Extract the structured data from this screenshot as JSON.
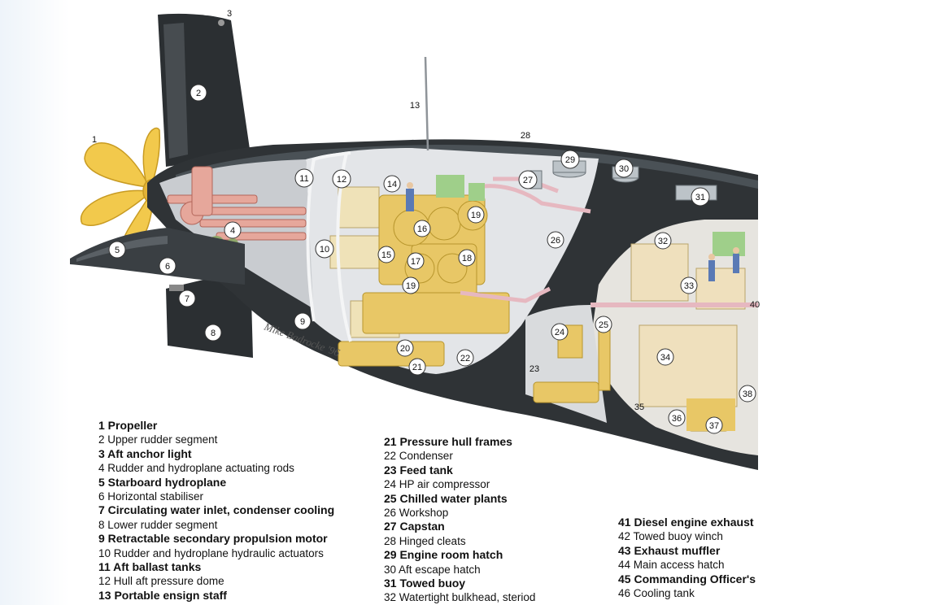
{
  "legend": {
    "column1": [
      {
        "text": "1 Propeller",
        "bold": true
      },
      {
        "text": "2 Upper rudder segment",
        "bold": false
      },
      {
        "text": "3 Aft anchor light",
        "bold": true
      },
      {
        "text": "4 Rudder and hydroplane actuating rods",
        "bold": false
      },
      {
        "text": "5 Starboard hydroplane",
        "bold": true
      },
      {
        "text": "6 Horizontal stabiliser",
        "bold": false
      },
      {
        "text": "7 Circulating water inlet, condenser cooling",
        "bold": true
      },
      {
        "text": "8 Lower rudder segment",
        "bold": false
      },
      {
        "text": "9 Retractable secondary propulsion motor",
        "bold": true
      },
      {
        "text": "10 Rudder and hydroplane hydraulic actuators",
        "bold": false
      },
      {
        "text": "11 Aft ballast tanks",
        "bold": true
      },
      {
        "text": "12 Hull aft pressure dome",
        "bold": false
      },
      {
        "text": "13 Portable ensign staff",
        "bold": true
      }
    ],
    "column2": [
      {
        "text": "21 Pressure hull frames",
        "bold": true
      },
      {
        "text": "22 Condenser",
        "bold": false
      },
      {
        "text": "23 Feed tank",
        "bold": true
      },
      {
        "text": "24 HP air compressor",
        "bold": false
      },
      {
        "text": "25 Chilled water plants",
        "bold": true
      },
      {
        "text": "26 Workshop",
        "bold": false
      },
      {
        "text": "27 Capstan",
        "bold": true
      },
      {
        "text": "28 Hinged cleats",
        "bold": false
      },
      {
        "text": "29 Engine room hatch",
        "bold": true
      },
      {
        "text": "30 Aft escape hatch",
        "bold": false
      },
      {
        "text": "31 Towed buoy",
        "bold": true
      },
      {
        "text": "32 Watertight bulkhead, steriod",
        "bold": false
      }
    ],
    "column3": [
      {
        "text": "41 Diesel engine exhaust",
        "bold": true
      },
      {
        "text": "42 Towed buoy winch",
        "bold": false
      },
      {
        "text": "43 Exhaust muffler",
        "bold": true
      },
      {
        "text": "44 Main access hatch",
        "bold": false
      },
      {
        "text": "45 Commanding Officer's",
        "bold": true
      },
      {
        "text": "46 Cooling tank",
        "bold": false
      }
    ]
  },
  "callouts": {
    "c1": "1",
    "c2": "2",
    "c3": "3",
    "c4": "4",
    "c5": "5",
    "c6": "6",
    "c7": "7",
    "c8": "8",
    "c9": "9",
    "c10": "10",
    "c11": "11",
    "c12": "12",
    "c13": "13",
    "c14": "14",
    "c15": "15",
    "c16": "16",
    "c17": "17",
    "c18": "18",
    "c19a": "19",
    "c19b": "19",
    "c20": "20",
    "c21": "21",
    "c22": "22",
    "c23": "23",
    "c24": "24",
    "c25": "25",
    "c26": "26",
    "c27": "27",
    "c28": "28",
    "c29": "29",
    "c30": "30",
    "c31": "31",
    "c32": "32",
    "c33": "33",
    "c34": "34",
    "c35": "35",
    "c36": "36",
    "c37": "37",
    "c38": "38",
    "c40": "40"
  },
  "signature": "Mike Badrocke '96",
  "colors": {
    "hull": "#2f3336",
    "propeller": "#f2c94c",
    "machinery": "#e8c766",
    "pipes": "#e6a79b",
    "deck": "#d9c9a8"
  }
}
